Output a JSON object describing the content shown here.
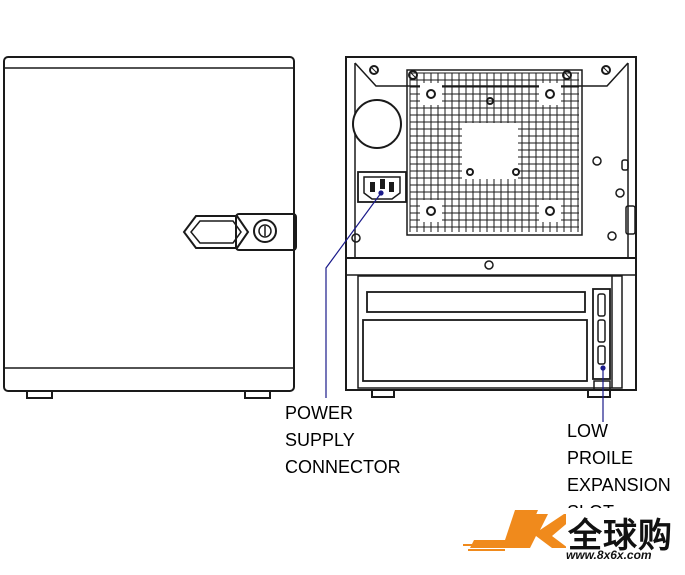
{
  "callouts": {
    "power": {
      "lines": [
        "POWER",
        "SUPPLY",
        "CONNECTOR"
      ]
    },
    "slot": {
      "lines": [
        "LOW",
        "PROILE",
        "EXPANSION",
        "SLOT"
      ]
    }
  },
  "watermark": {
    "brand_text": "全球购",
    "site": "www.8x6x.com",
    "accent_color": "#f08a1c"
  },
  "colors": {
    "line": "#1a1a1a",
    "callout_dot": "#1a1a8a"
  },
  "icons": {
    "key_lock": "lock-icon",
    "screw": "screw-icon",
    "fan": "fan-icon"
  }
}
